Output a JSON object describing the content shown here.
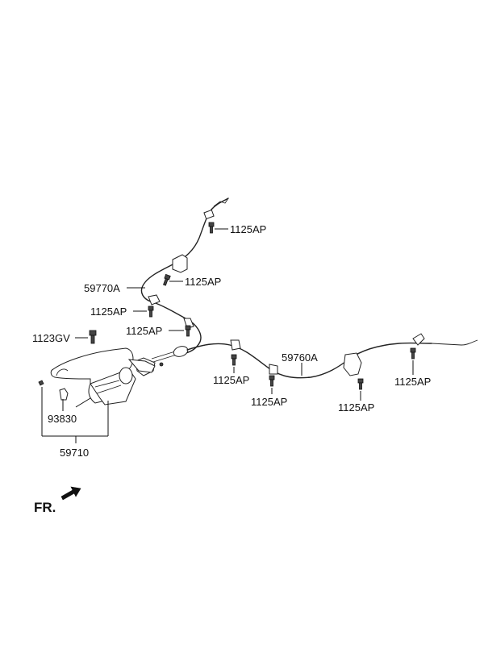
{
  "labels": {
    "p1125ap_1": "1125AP",
    "p1125ap_2": "1125AP",
    "p59770a": "59770A",
    "p1125ap_3": "1125AP",
    "p1125ap_4": "1125AP",
    "p1123gv": "1123GV",
    "p59760a": "59760A",
    "p1125ap_5": "1125AP",
    "p1125ap_6": "1125AP",
    "p1125ap_7": "1125AP",
    "p1125ap_8": "1125AP",
    "p93830": "93830",
    "p59710": "59710",
    "fr": "FR."
  }
}
